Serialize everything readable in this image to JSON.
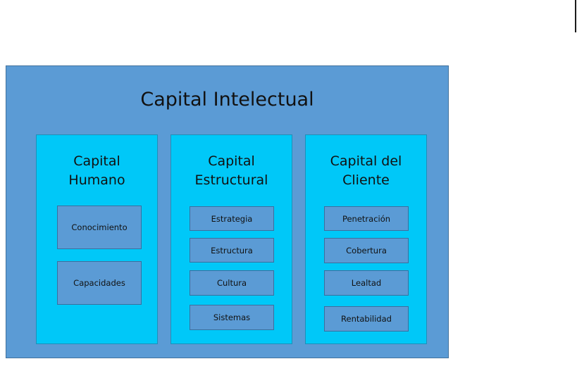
{
  "diagram": {
    "title": "Capital Intelectual",
    "columns": [
      {
        "title": "Capital\nHumano",
        "items": [
          "Conocimiento",
          "Capacidades"
        ]
      },
      {
        "title": "Capital\nEstructural",
        "items": [
          "Estrategia",
          "Estructura",
          "Cultura",
          "Sistemas"
        ]
      },
      {
        "title": "Capital del\nCliente",
        "items": [
          "Penetración",
          "Cobertura",
          "Lealtad",
          "Rentabilidad"
        ]
      }
    ]
  },
  "colors": {
    "outer_fill": "#5b9bd5",
    "column_fill": "#00c8f8",
    "item_fill": "#5b9bd5"
  }
}
